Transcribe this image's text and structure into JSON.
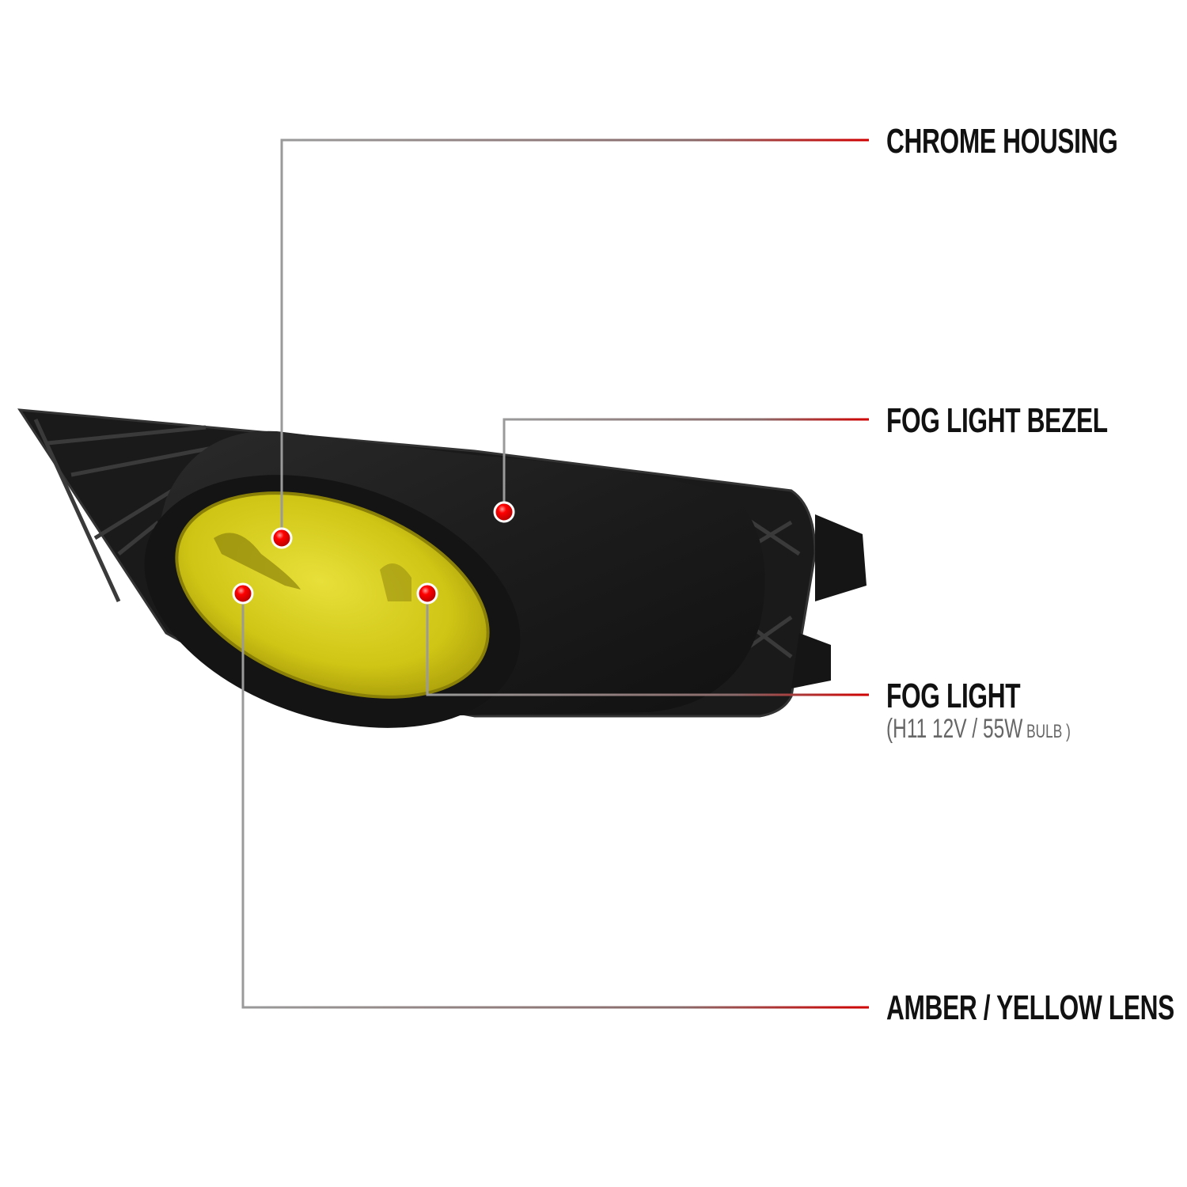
{
  "callouts": [
    {
      "label": "CHROME HOUSING"
    },
    {
      "label": "FOG LIGHT BEZEL"
    },
    {
      "label": "FOG LIGHT",
      "sub_main": "(H11  12V / 55W",
      "sub_small": " BULB )"
    },
    {
      "label": "AMBER / YELLOW LENS"
    }
  ],
  "colors": {
    "lens": "#d9d21a",
    "housing": "#1e1e1e",
    "marker": "#e00000",
    "leader_start": "#999999",
    "leader_end": "#cc0000"
  }
}
